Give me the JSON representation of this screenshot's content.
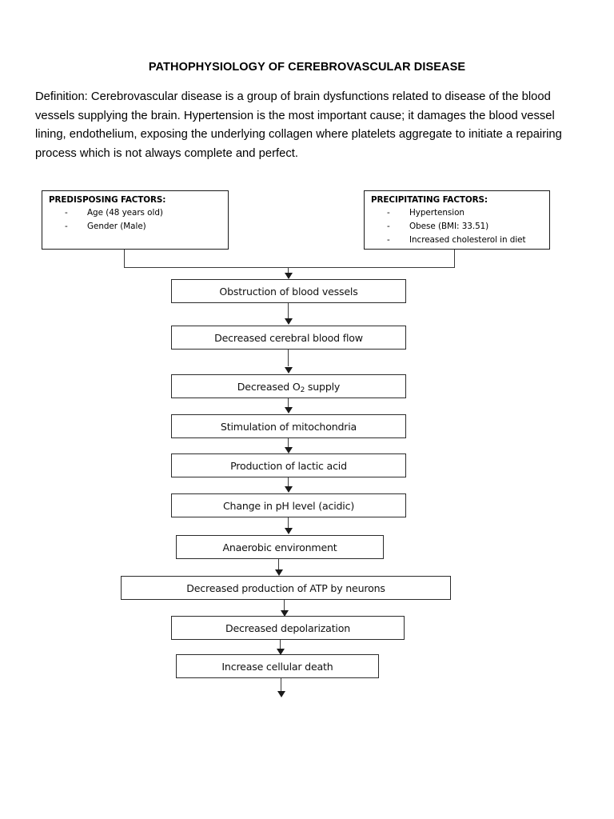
{
  "document": {
    "title": "PATHOPHYSIOLOGY OF CEREBROVASCULAR DISEASE",
    "definition": "Definition: Cerebrovascular disease is a group of brain dysfunctions related to disease of the blood vessels supplying the brain. Hypertension is the most important cause; it damages the blood vessel lining, endothelium, exposing the underlying collagen where platelets aggregate to initiate a repairing process which is not always complete and perfect."
  },
  "factor_boxes": [
    {
      "id": "predisposing",
      "title": "PREDISPOSING FACTORS:",
      "bullet": "-",
      "items": [
        "Age (48 years old)",
        "Gender (Male)"
      ]
    },
    {
      "id": "precipitating",
      "title": "PRECIPITATING FACTORS:",
      "bullet": "-",
      "items": [
        "Hypertension",
        "Obese (BMI:  33.51)",
        "Increased cholesterol in diet"
      ]
    }
  ],
  "flow_steps": [
    {
      "label": "Obstruction of blood vessels"
    },
    {
      "label": "Decreased cerebral blood flow"
    },
    {
      "label_pre": "Decreased O",
      "label_sub": "2",
      "label_post": " supply"
    },
    {
      "label": "Stimulation of mitochondria"
    },
    {
      "label": "Production of lactic acid"
    },
    {
      "label": "Change in pH level (acidic)"
    },
    {
      "label": "Anaerobic environment"
    },
    {
      "label": "Decreased production of ATP by neurons"
    },
    {
      "label": "Decreased depolarization"
    },
    {
      "label": "Increase cellular death"
    }
  ],
  "colors": {
    "page_background": "#ffffff",
    "text": "#000000",
    "box_border": "#2b2b2b",
    "connector": "#3a3a3a"
  }
}
